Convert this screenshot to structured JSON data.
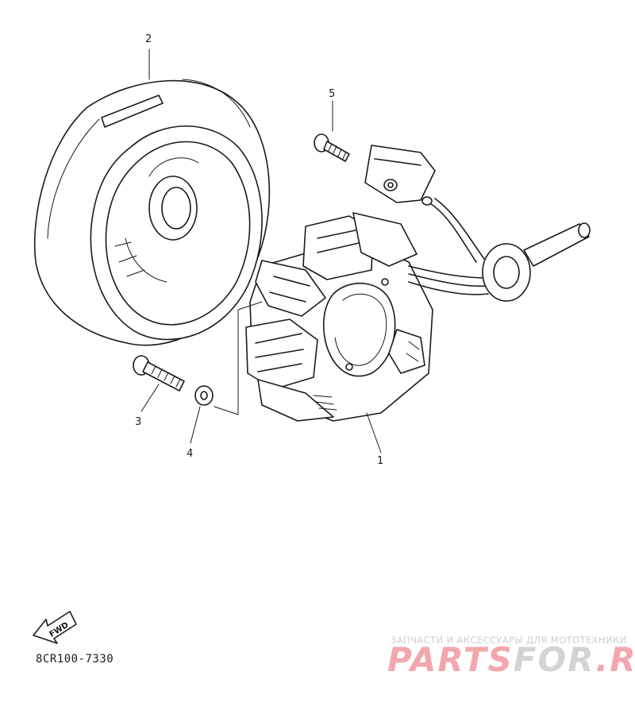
{
  "callouts": {
    "c1": "1",
    "c2": "2",
    "c3": "3",
    "c4": "4",
    "c5": "5"
  },
  "fwd_label": "FWD",
  "part_code": "8CR100-7330",
  "watermark": {
    "tagline": "ЗАПЧАСТИ И АКСЕССУАРЫ ДЛЯ МОТОТЕХНИКИ",
    "logo_part1": "PARTS",
    "logo_part2": "FOR",
    "logo_part3": ".RU"
  }
}
